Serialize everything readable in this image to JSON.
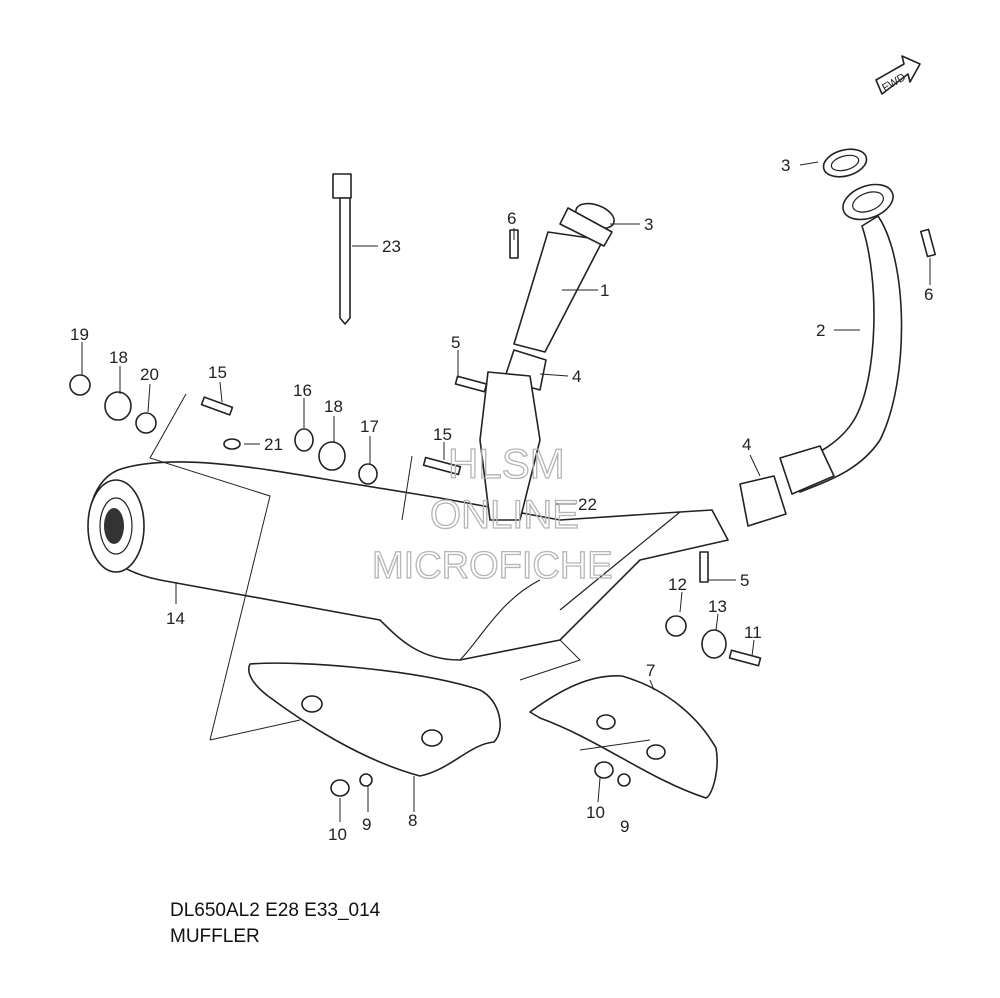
{
  "diagram": {
    "model_code": "DL650AL2 E28 E33_014",
    "title": "MUFFLER",
    "fwd_label": "FWD",
    "watermark": {
      "line1": "HLSM",
      "line2": "ONLINE",
      "line3": "MICROFICHE"
    },
    "callouts": [
      {
        "id": "1",
        "label": "1"
      },
      {
        "id": "2",
        "label": "2"
      },
      {
        "id": "3a",
        "label": "3"
      },
      {
        "id": "3b",
        "label": "3"
      },
      {
        "id": "4a",
        "label": "4"
      },
      {
        "id": "4b",
        "label": "4"
      },
      {
        "id": "5a",
        "label": "5"
      },
      {
        "id": "5b",
        "label": "5"
      },
      {
        "id": "6a",
        "label": "6"
      },
      {
        "id": "6b",
        "label": "6"
      },
      {
        "id": "7",
        "label": "7"
      },
      {
        "id": "8",
        "label": "8"
      },
      {
        "id": "9a",
        "label": "9"
      },
      {
        "id": "9b",
        "label": "9"
      },
      {
        "id": "10a",
        "label": "10"
      },
      {
        "id": "10b",
        "label": "10"
      },
      {
        "id": "11",
        "label": "11"
      },
      {
        "id": "12",
        "label": "12"
      },
      {
        "id": "13",
        "label": "13"
      },
      {
        "id": "14",
        "label": "14"
      },
      {
        "id": "15a",
        "label": "15"
      },
      {
        "id": "15b",
        "label": "15"
      },
      {
        "id": "16",
        "label": "16"
      },
      {
        "id": "17",
        "label": "17"
      },
      {
        "id": "18a",
        "label": "18"
      },
      {
        "id": "18b",
        "label": "18"
      },
      {
        "id": "19",
        "label": "19"
      },
      {
        "id": "20",
        "label": "20"
      },
      {
        "id": "21",
        "label": "21"
      },
      {
        "id": "22",
        "label": "22"
      },
      {
        "id": "23",
        "label": "23"
      }
    ]
  }
}
